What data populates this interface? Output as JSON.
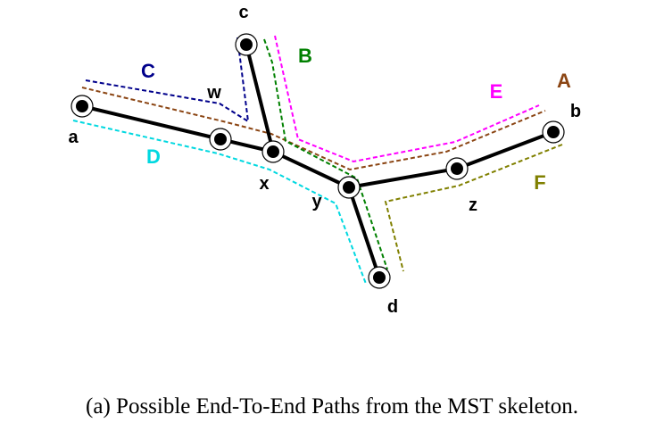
{
  "diagram": {
    "nodes": [
      {
        "id": "a",
        "label": "a",
        "endpoint": true
      },
      {
        "id": "b",
        "label": "b",
        "endpoint": true
      },
      {
        "id": "c",
        "label": "c",
        "endpoint": true
      },
      {
        "id": "d",
        "label": "d",
        "endpoint": true
      },
      {
        "id": "w",
        "label": "w",
        "endpoint": false
      },
      {
        "id": "x",
        "label": "x",
        "endpoint": false
      },
      {
        "id": "y",
        "label": "y",
        "endpoint": false
      },
      {
        "id": "z",
        "label": "z",
        "endpoint": false
      }
    ],
    "edges": [
      [
        "a",
        "w"
      ],
      [
        "w",
        "x"
      ],
      [
        "c",
        "x"
      ],
      [
        "x",
        "y"
      ],
      [
        "y",
        "z"
      ],
      [
        "z",
        "b"
      ],
      [
        "y",
        "d"
      ]
    ],
    "paths": [
      {
        "label": "A",
        "color": "#8b4513",
        "route": [
          "a",
          "w",
          "x",
          "y",
          "z",
          "b"
        ]
      },
      {
        "label": "B",
        "color": "#008000",
        "route": [
          "c",
          "x",
          "y",
          "d"
        ]
      },
      {
        "label": "C",
        "color": "#00008b",
        "route": [
          "a",
          "w",
          "c"
        ]
      },
      {
        "label": "D",
        "color": "#00d8e0",
        "route": [
          "a",
          "w",
          "x",
          "y",
          "d"
        ]
      },
      {
        "label": "E",
        "color": "#ff00ff",
        "route": [
          "c",
          "x",
          "y",
          "z",
          "b"
        ]
      },
      {
        "label": "F",
        "color": "#808000",
        "route": [
          "b",
          "z",
          "y",
          "d"
        ]
      }
    ]
  },
  "caption": "(a)  Possible End-To-End Paths from the MST skeleton."
}
